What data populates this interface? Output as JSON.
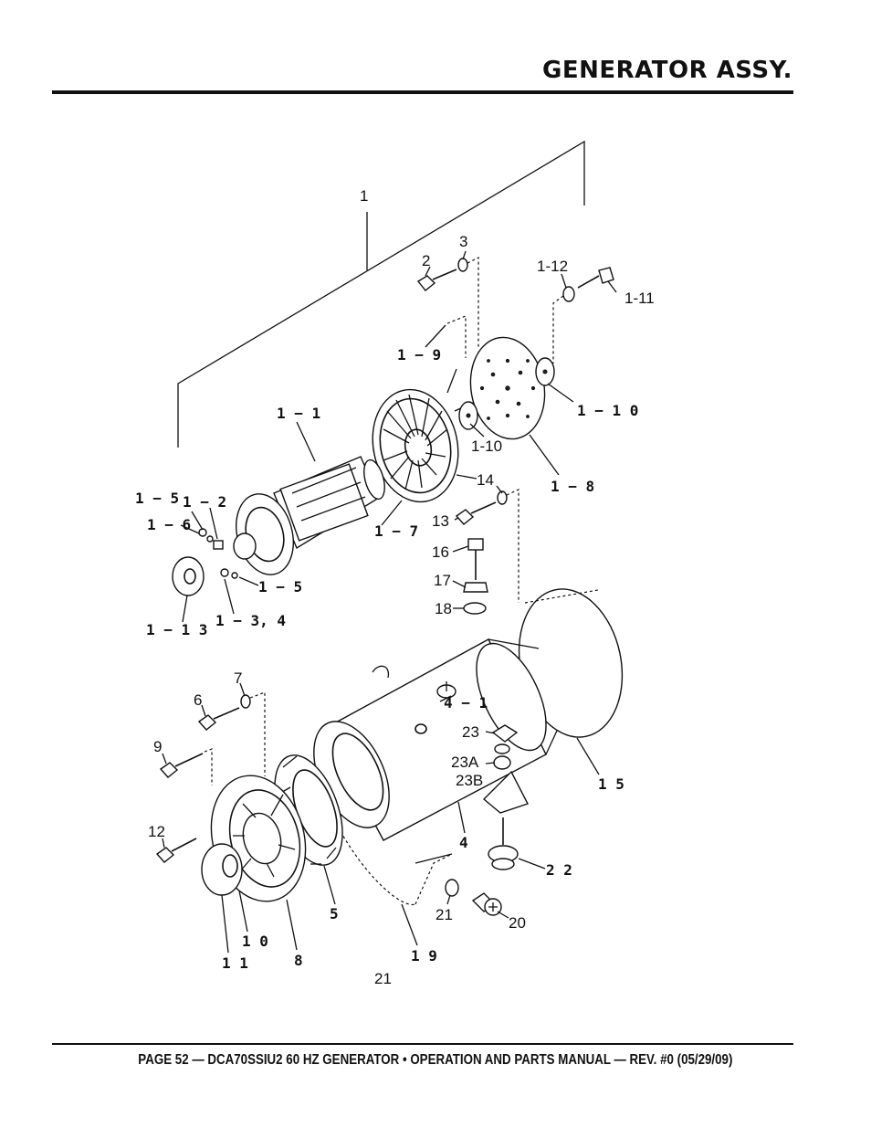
{
  "header": {
    "title": "GENERATOR ASSY."
  },
  "footer": {
    "text": "PAGE 52 — DCA70SSIU2 60 HZ GENERATOR • OPERATION AND PARTS MANUAL — REV. #0 (05/29/09)"
  },
  "callouts": {
    "c1": "1",
    "c2": "2",
    "c3": "3",
    "c1_12": "1-12",
    "c1_11": "1-11",
    "c1_9": "1 − 9",
    "c1_10a": "1 − 1 0",
    "c1_10b": "1-10",
    "c1_1": "1 − 1",
    "c1_8": "1 − 8",
    "c1_7": "1 − 7",
    "c14": "14",
    "c13": "13",
    "c1_5a": "1 − 5",
    "c1_2": "1 − 2",
    "c1_6": "1 − 6",
    "c16": "16",
    "c17": "17",
    "c18": "18",
    "c1_5b": "1 − 5",
    "c1_13": "1 − 1 3",
    "c1_34": "1 − 3, 4",
    "c7": "7",
    "c6": "6",
    "c4_1": "4 − 1",
    "c9": "9",
    "c23": "23",
    "c23a": "23A",
    "c23b": "23B",
    "c15": "1 5",
    "c4": "4",
    "c12": "12",
    "c22": "2 2",
    "c5": "5",
    "c21a": "21",
    "c20": "20",
    "c10": "1 0",
    "c8": "8",
    "c11": "1 1",
    "c19": "1 9",
    "c21b": "21"
  }
}
